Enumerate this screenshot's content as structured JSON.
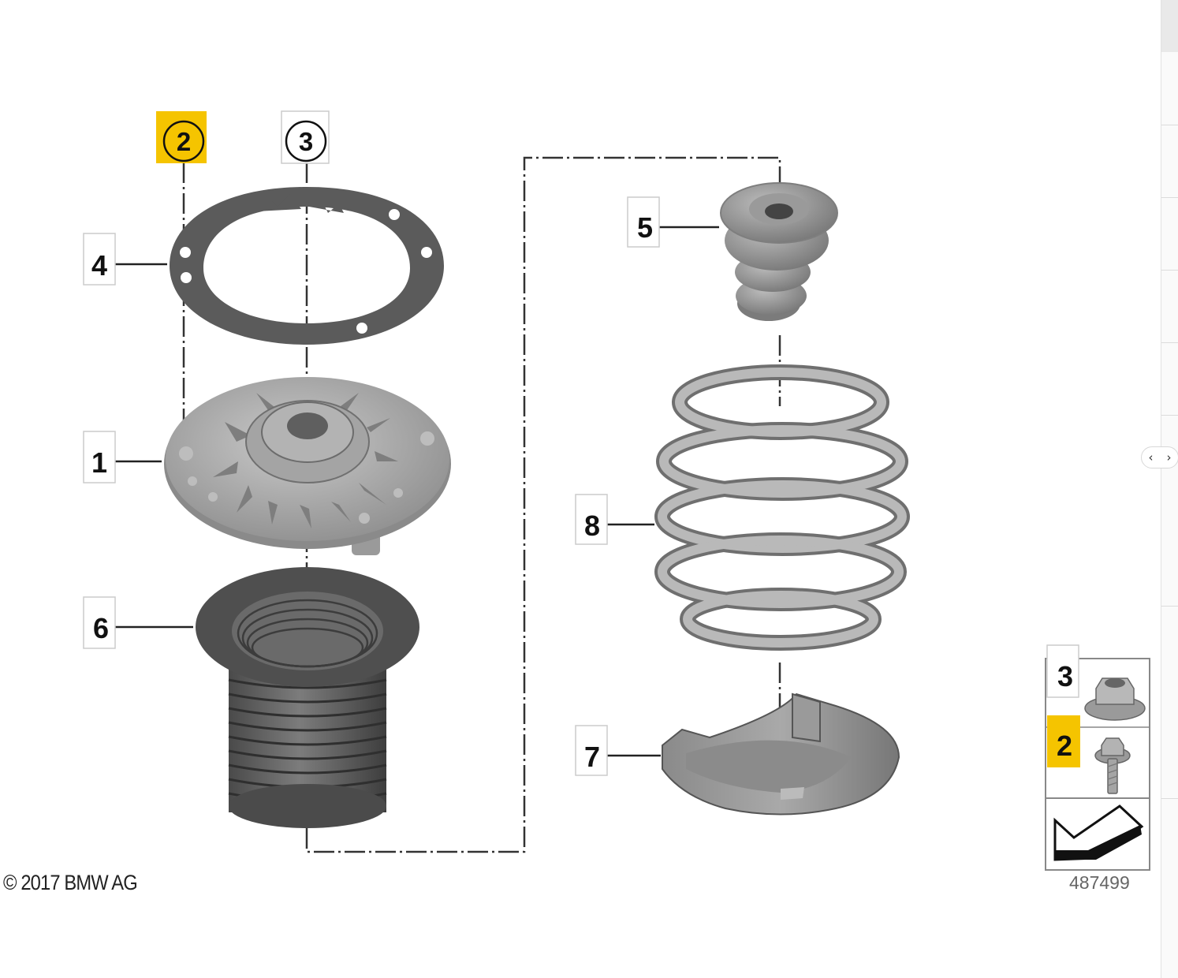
{
  "callouts": {
    "c1": "1",
    "c2": "2",
    "c3": "3",
    "c4": "4",
    "c5": "5",
    "c6": "6",
    "c7": "7",
    "c8": "8"
  },
  "legend": {
    "nut_number": "3",
    "bolt_number": "2"
  },
  "highlight_color": "#f5c400",
  "copyright": "© 2017 BMW AG",
  "diagram_number": "487499",
  "nav": {
    "prev_icon": "‹",
    "next_icon": "›"
  }
}
